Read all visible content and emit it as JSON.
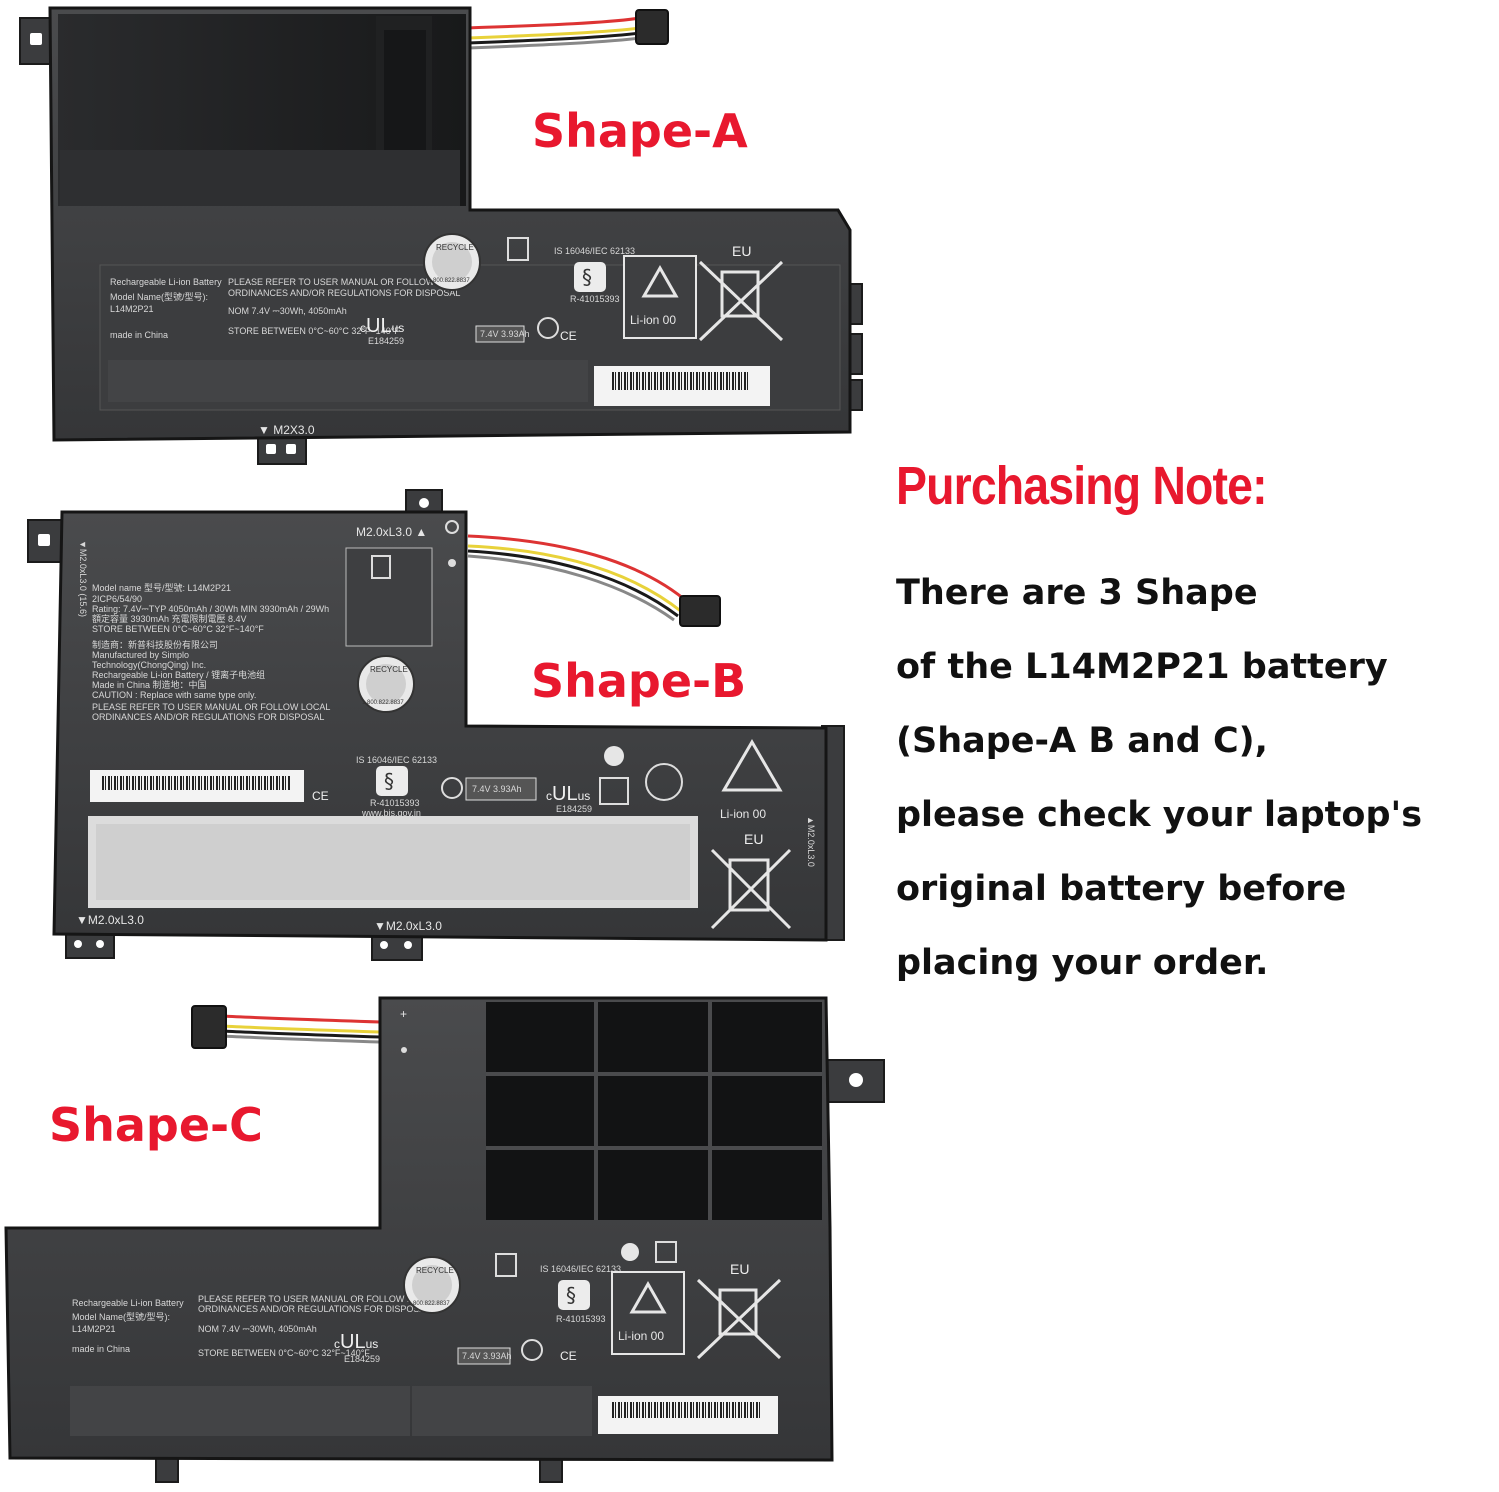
{
  "shapes": {
    "a": {
      "label": "Shape-A",
      "screw_label": "▼ M2X3.0"
    },
    "b": {
      "label": "Shape-B",
      "screw_top": "M2.0xL3.0 ▲",
      "screw_bottom_left": "▼M2.0xL3.0",
      "screw_bottom_mid": "▼M2.0xL3.0",
      "screw_left": "▼M2.0xL3.0 (15.6)",
      "screw_right": "▲M2.0xL3.0"
    },
    "c": {
      "label": "Shape-C"
    }
  },
  "labels": {
    "model_name": "Model Name(型號/型号):",
    "model_number": "L14M2P21",
    "rechargeable": "Rechargeable Li-ion Battery",
    "made_in": "made in China",
    "refer_manual": "PLEASE REFER TO USER MANUAL OR FOLLOW LOCAL",
    "ordinances": "ORDINANCES AND/OR REGULATIONS FOR DISPOSAL",
    "nom": "NOM 7.4V ⎓30Wh, 4050mAh",
    "store": "STORE BETWEEN 0°C~60°C 32°F~140°F",
    "is_standard": "IS 16046/IEC 62133",
    "r_number": "R-41015393",
    "ul": "E184259",
    "recycle": "RECYCLE",
    "recycle_number": "1.800.822.8837",
    "li_ion": "Li-ion 00",
    "eu": "EU",
    "ce": "CE",
    "voltage": "7.4V 3.93Ah",
    "b_model": "Model name 型号/型號: L14M2P21",
    "b_cells": "2ICP6/54/90",
    "b_rating": "Rating: 7.4V⎓TYP 4050mAh / 30Wh MIN 3930mAh / 29Wh",
    "b_rated_capacity": "額定容量 3930mAh   充電限制電壓 8.4V",
    "b_store": "STORE BETWEEN 0°C~60°C   32°F~140°F",
    "b_maker_cn": "制造商：新普科技股份有限公司",
    "b_maker": "Manufactured by Simplo",
    "b_maker2": "Technology(ChongQing) Inc.",
    "b_rechargeable": "Rechargeable Li-ion Battery / 锂离子电池组",
    "b_made": "Made in China  制造地：中国",
    "b_caution": "CAUTION : Replace with same type only.",
    "bis_url": "www.bis.gov.in"
  },
  "note": {
    "title": "Purchasing Note:",
    "lines": [
      "There are 3 Shape",
      "of the L14M2P21 battery",
      "(Shape-A  B and C),",
      "please check your laptop's",
      "original battery before",
      "placing your order."
    ]
  },
  "colors": {
    "accent": "#e8182e",
    "battery_body": "#3f4042",
    "battery_dark": "#141516",
    "label_white": "#f3f3f3",
    "text": "#111111"
  }
}
